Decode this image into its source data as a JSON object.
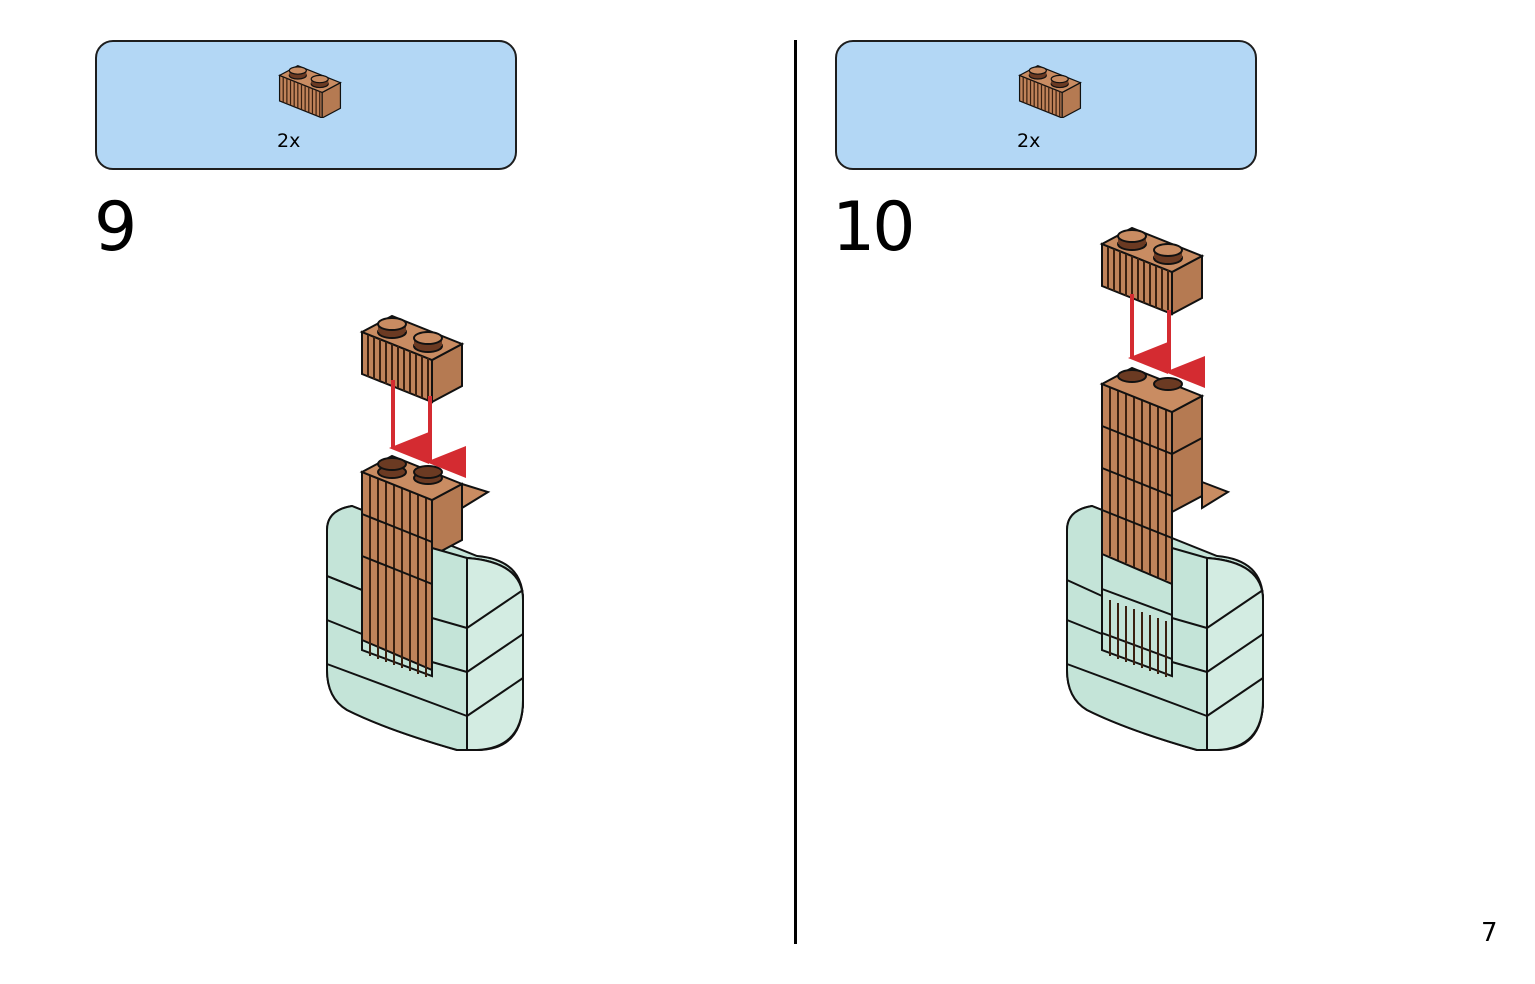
{
  "steps": [
    {
      "number": "9",
      "parts": [
        {
          "quantity": "2x",
          "icon": "brick-1x2-grille-brown-icon",
          "color": "#c0835a"
        }
      ]
    },
    {
      "number": "10",
      "parts": [
        {
          "quantity": "2x",
          "icon": "brick-1x2-grille-brown-icon",
          "color": "#c0835a"
        }
      ]
    }
  ],
  "page_number": "7",
  "colors": {
    "parts_box": "#b3d7f5",
    "brick_brown": "#c0835a",
    "stud_dark": "#6b3a22",
    "sand_green": "#c4e4d8",
    "arrow_red": "#d42b31"
  }
}
